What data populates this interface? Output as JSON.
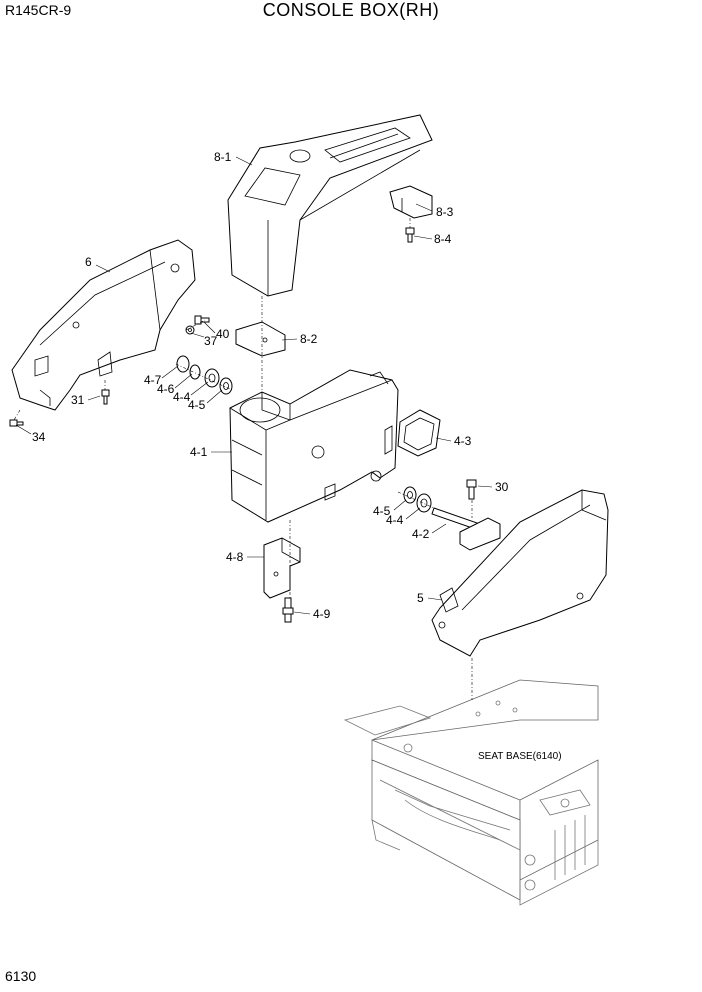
{
  "header": {
    "model": "R145CR-9",
    "title": "CONSOLE BOX(RH)"
  },
  "footer": {
    "page_number": "6130"
  },
  "diagram": {
    "reference_label": "SEAT BASE(6140)",
    "callouts": {
      "c8_1": "8-1",
      "c8_3": "8-3",
      "c8_4": "8-4",
      "c6": "6",
      "c37": "37",
      "c40": "40",
      "c8_2": "8-2",
      "c4_7": "4-7",
      "c4_6": "4-6",
      "c4_4a": "4-4",
      "c4_5a": "4-5",
      "c31": "31",
      "c34": "34",
      "c4_3": "4-3",
      "c4_1": "4-1",
      "c30": "30",
      "c4_5b": "4-5",
      "c4_4b": "4-4",
      "c4_2": "4-2",
      "c4_8": "4-8",
      "c5": "5",
      "c4_9": "4-9"
    }
  }
}
